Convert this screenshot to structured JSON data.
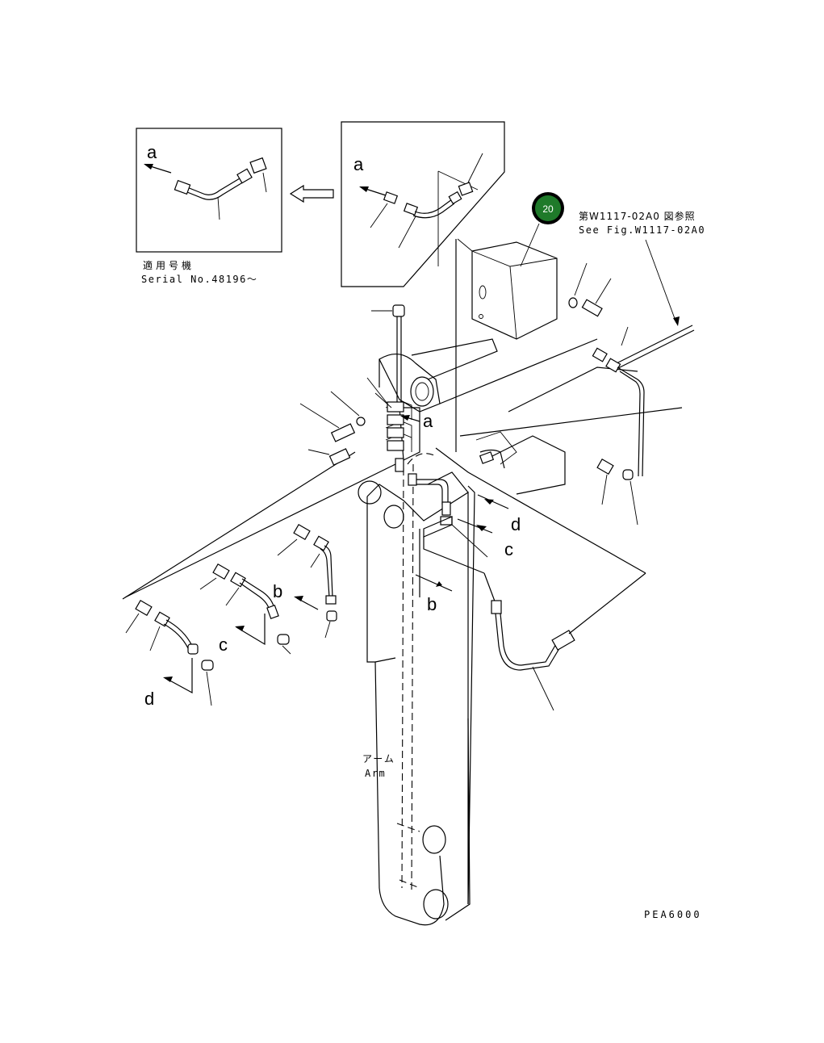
{
  "detail_view": {
    "label_a": "a",
    "serial_jp": "適用号機",
    "serial_en": "Serial No.48196～"
  },
  "callout_view": {
    "label_a": "a"
  },
  "reference_badge": {
    "number": "20",
    "color": "#1f7a2a"
  },
  "reference_note": {
    "jp": "第W1117-02A0 図参照",
    "en": "See Fig.W1117-02A0"
  },
  "main_view": {
    "labels": {
      "a": "a",
      "b_left": "b",
      "b_mid": "b",
      "c_left": "c",
      "c_right": "c",
      "d_left": "d",
      "d_right": "d"
    },
    "arm_jp": "アーム",
    "arm_en": "Arm"
  },
  "drawing_code": "PEA6000"
}
